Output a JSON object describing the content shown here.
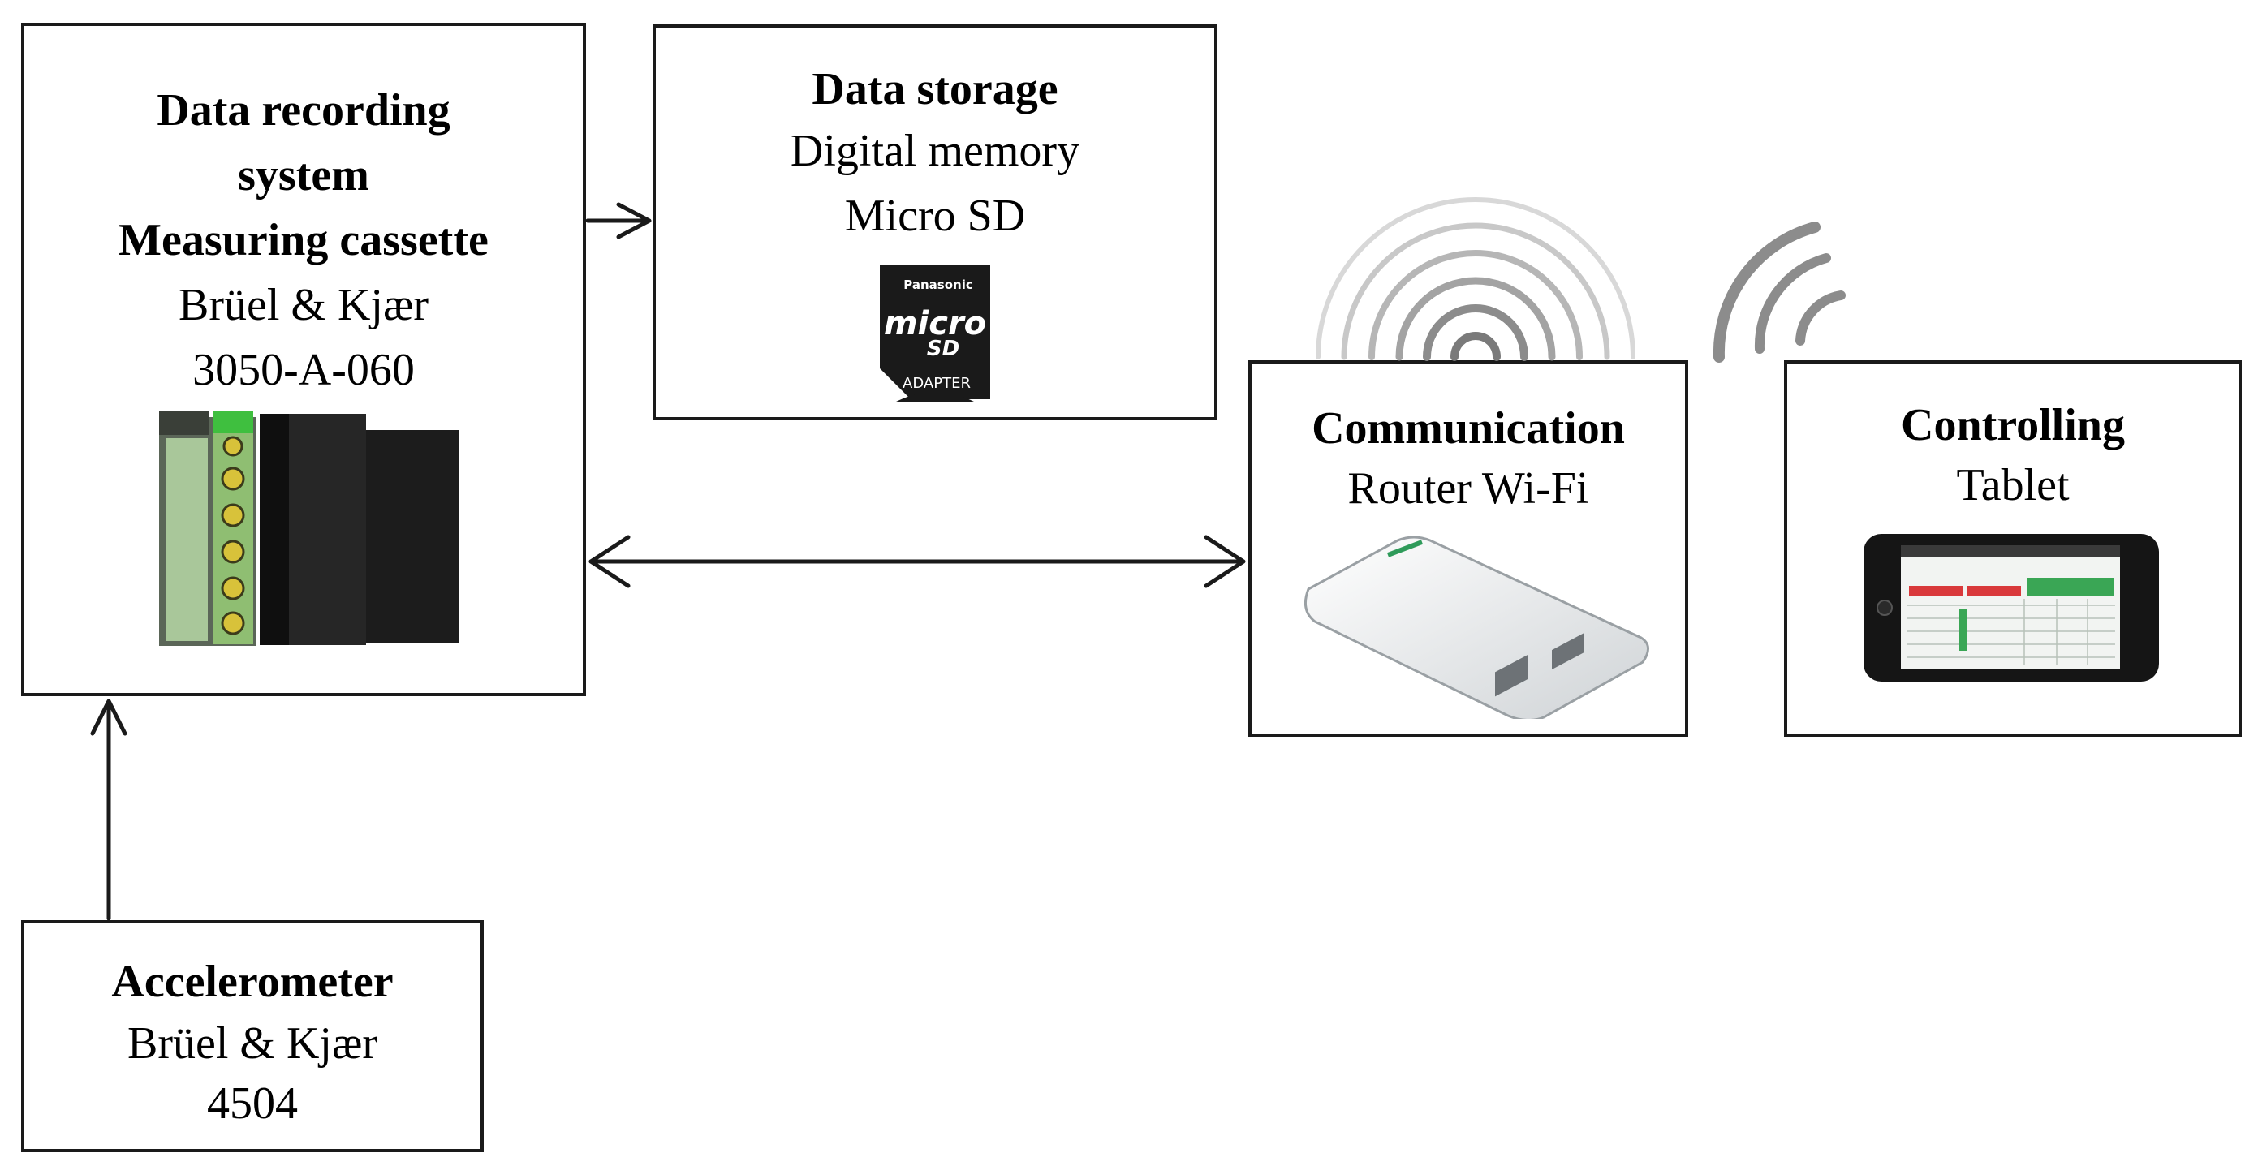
{
  "recording": {
    "title_line1": "Data recording",
    "title_line2": "system",
    "title_line3": "Measuring cassette",
    "maker": "Brüel  &  Kjær",
    "model": "3050-A-060"
  },
  "storage": {
    "title": "Data storage",
    "line1": "Digital  memory",
    "line2": "Micro  SD",
    "card_brand": "Panasonic",
    "card_logo_top": "micro",
    "card_logo_bottom": "SD",
    "card_adapter": "ADAPTER"
  },
  "communication": {
    "title": "Communication",
    "line1": "Router  Wi-Fi"
  },
  "controlling": {
    "title": "Controlling",
    "line1": "Tablet"
  },
  "accelerometer": {
    "title": "Accelerometer",
    "maker": "Brüel  &  Kjær",
    "model": "4504"
  },
  "colors": {
    "line": "#1a1a1a",
    "device_green": "#7fbf4d",
    "tablet_red": "#d9393b",
    "tablet_green": "#3aa655"
  }
}
